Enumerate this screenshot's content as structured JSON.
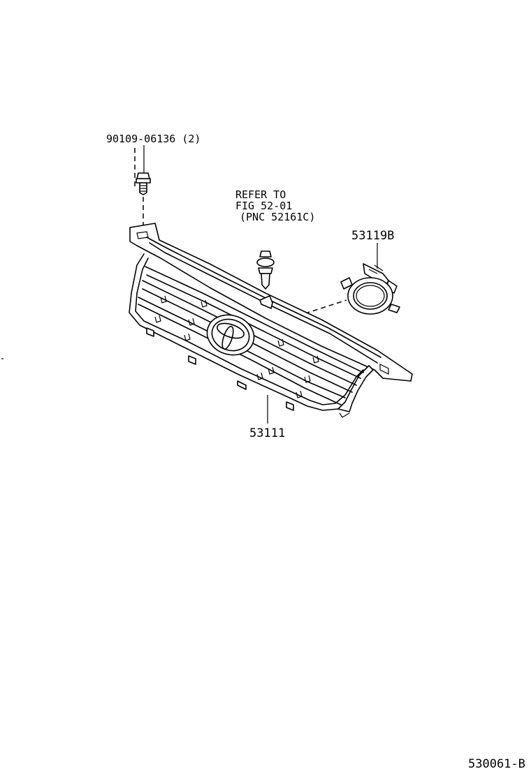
{
  "labels": {
    "bolt_part": "90109-06136 (2)",
    "refer_line1": "REFER TO",
    "refer_line2": "FIG 52-01",
    "refer_line3": "(PNC 52161C)",
    "ornament_part": "53119B",
    "grille_part": "53111",
    "figure_code": "530061-B"
  },
  "components": {
    "bolt": "bolt-icon",
    "clip": "clip-icon",
    "ornament_ring": "emblem-ring-icon",
    "grille": "radiator-grille-icon",
    "emblem": "toyota-emblem-icon"
  }
}
